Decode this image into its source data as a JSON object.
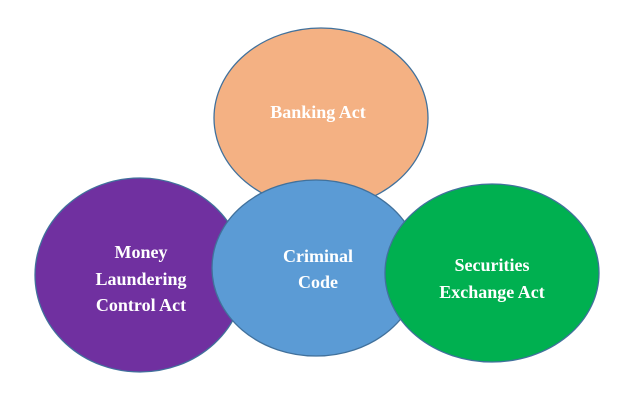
{
  "diagram": {
    "nodes": [
      {
        "id": "banking",
        "lines": [
          "Banking Act"
        ],
        "color": "#F4B183"
      },
      {
        "id": "money",
        "lines": [
          "Money",
          "Laundering",
          "Control Act"
        ],
        "color": "#7030A0"
      },
      {
        "id": "criminal",
        "lines": [
          "Criminal",
          "Code"
        ],
        "color": "#5B9BD5"
      },
      {
        "id": "securities",
        "lines": [
          "Securities",
          "Exchange Act"
        ],
        "color": "#00B050"
      }
    ],
    "stroke": "#41719C"
  }
}
